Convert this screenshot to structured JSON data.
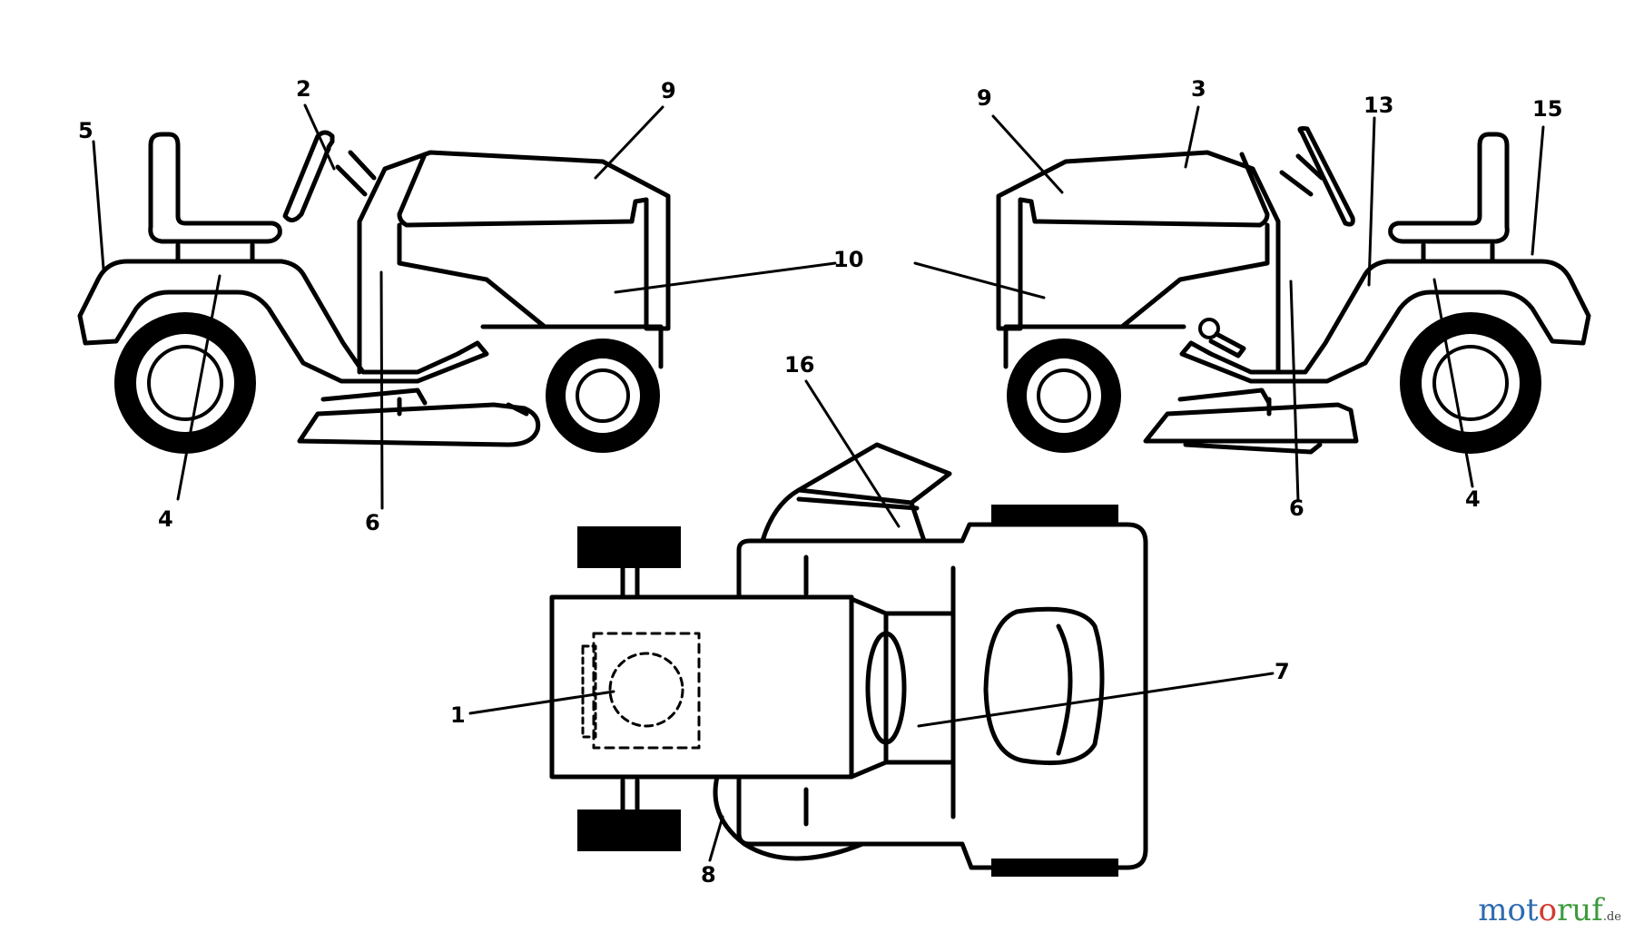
{
  "callouts": {
    "c1": "1",
    "c2": "2",
    "c3": "3",
    "c4_left": "4",
    "c4_right": "4",
    "c5": "5",
    "c6_left": "6",
    "c6_right": "6",
    "c7": "7",
    "c8": "8",
    "c9_left": "9",
    "c9_right": "9",
    "c10": "10",
    "c13": "13",
    "c15": "15",
    "c16": "16"
  },
  "watermark": {
    "part_a": "mot",
    "part_b": "o",
    "part_c": "ruf",
    "tld": ".de"
  },
  "colors": {
    "line": "#000000",
    "background": "#ffffff",
    "watermark_blue": "#2e6bb0",
    "watermark_red": "#d43a2f",
    "watermark_green": "#3d9a3d"
  }
}
